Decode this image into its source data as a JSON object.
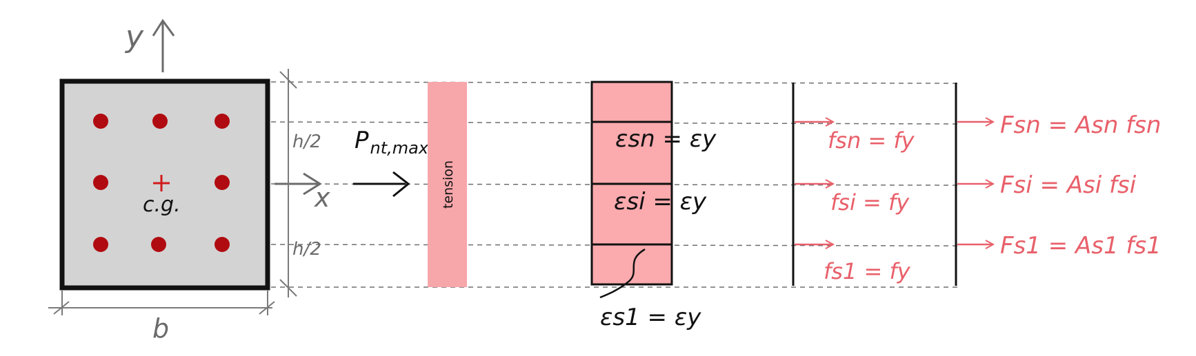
{
  "colors": {
    "section_fill": "#d3d3d3",
    "section_border": "#111111",
    "rebar": "#b00b10",
    "cg_marker": "#d11b1b",
    "dim_line": "#7a7a7a",
    "dashed_line": "#6e6e6e",
    "tension_band": "#f7a6aa",
    "strain_fill": "#fbaaae",
    "force_red": "#e8606a",
    "ink": "#111111"
  },
  "section": {
    "cg_label": "c.g.",
    "width_label": "b",
    "half_height_top": "h/2",
    "half_height_bottom": "h/2",
    "y_axis_label": "y",
    "x_axis_label": "x",
    "rebar_rows": 3,
    "rebar_cols": 3
  },
  "load": {
    "label": "P_nt,max",
    "label_main": "P",
    "label_sub": "nt,max"
  },
  "tension_band": {
    "label": "tension"
  },
  "strain": {
    "top": "εsn = εy",
    "middle": "εsi = εy",
    "bottom": "εs1 = εy"
  },
  "stress": {
    "top": "fsn = fy",
    "middle": "fsi = fy",
    "bottom": "fs1 = fy"
  },
  "force": {
    "top": "Fsn = Asn fsn",
    "middle": "Fsi = Asi fsi",
    "bottom": "Fs1 = As1 fs1"
  }
}
